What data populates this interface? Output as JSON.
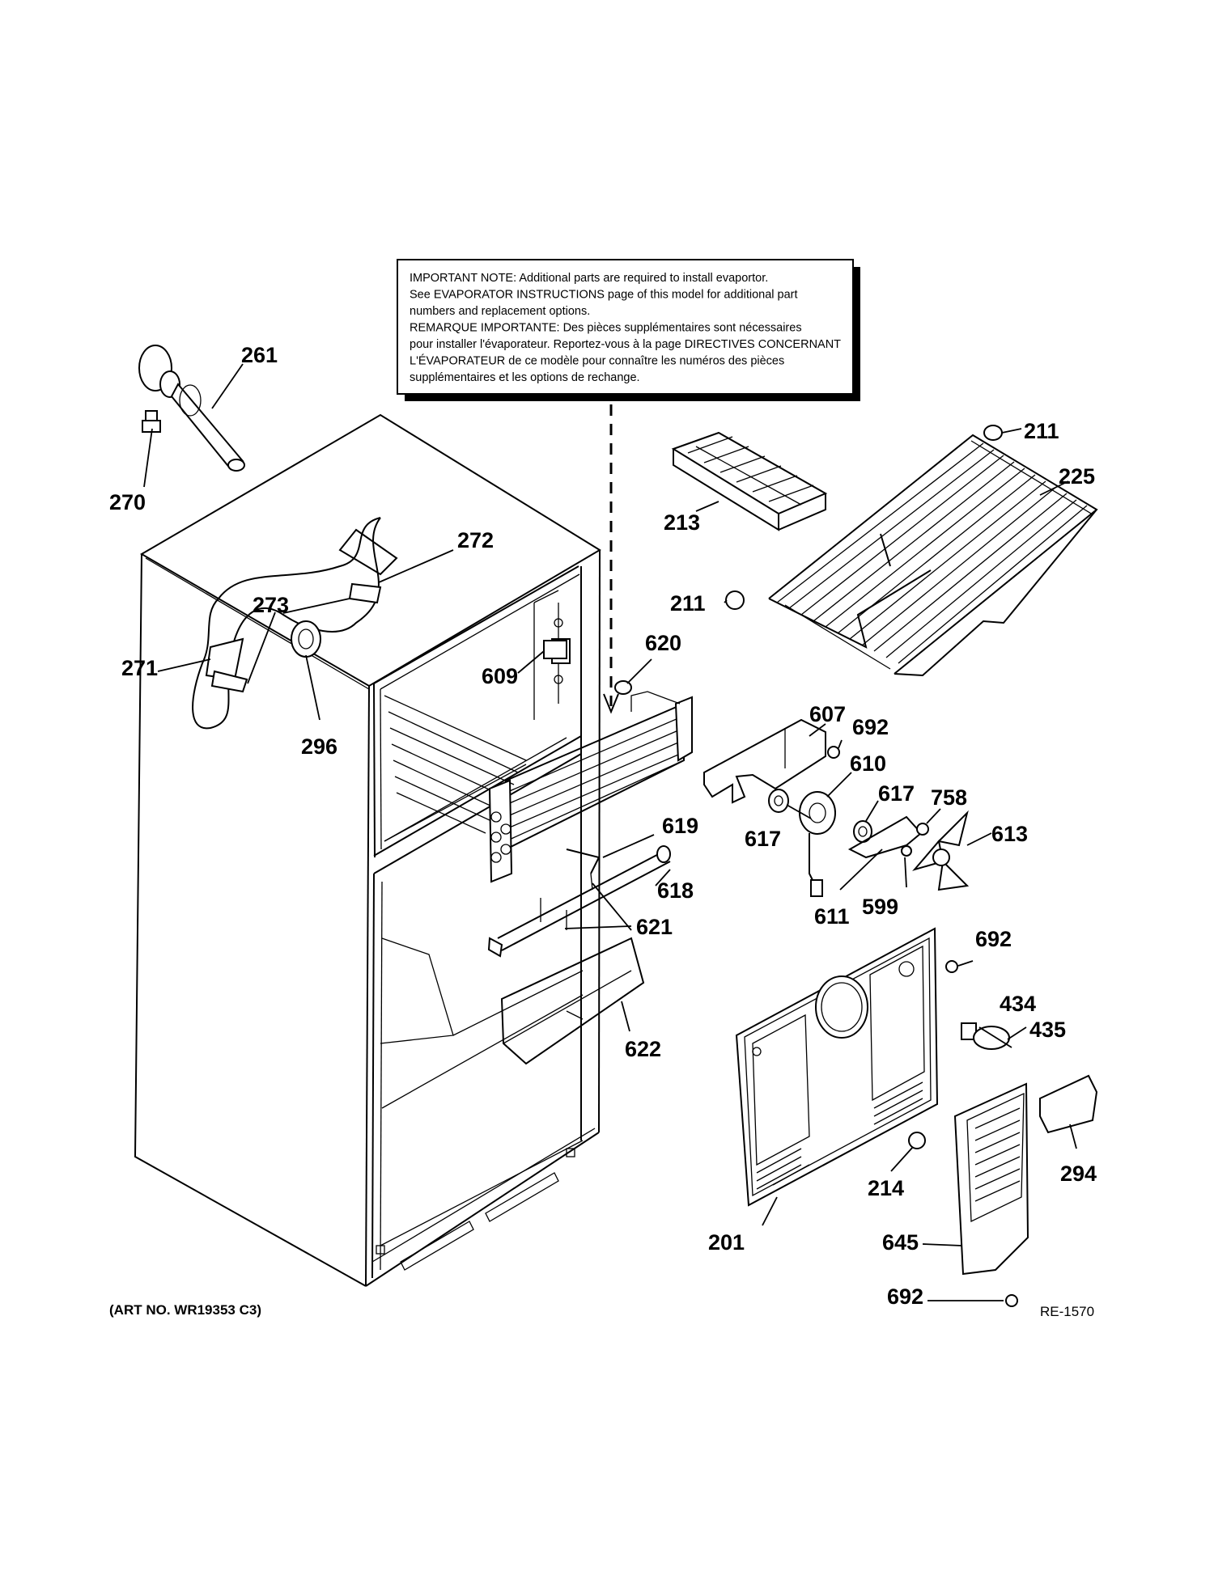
{
  "note": {
    "lines": [
      "IMPORTANT NOTE: Additional parts are required to install evaportor.",
      "See EVAPORATOR INSTRUCTIONS page of this model for additional part",
      "numbers and replacement options.",
      "REMARQUE IMPORTANTE: Des pièces supplémentaires sont nécessaires",
      "pour installer l'évaporateur. Reportez-vous à la page DIRECTIVES CONCERNANT",
      "L'ÉVAPORATEUR de ce modèle pour connaître les numéros des pièces",
      "supplémentaires et les options de rechange."
    ]
  },
  "callouts": [
    {
      "id": "c261a",
      "label": "261"
    },
    {
      "id": "c270",
      "label": "270"
    },
    {
      "id": "c272",
      "label": "272"
    },
    {
      "id": "c273",
      "label": "273"
    },
    {
      "id": "c271",
      "label": "271"
    },
    {
      "id": "c296",
      "label": "296"
    },
    {
      "id": "c609",
      "label": "609"
    },
    {
      "id": "c620",
      "label": "620"
    },
    {
      "id": "c211a",
      "label": "211"
    },
    {
      "id": "c225",
      "label": "225"
    },
    {
      "id": "c213",
      "label": "213"
    },
    {
      "id": "c211b",
      "label": "211"
    },
    {
      "id": "c607",
      "label": "607"
    },
    {
      "id": "c692a",
      "label": "692"
    },
    {
      "id": "c610",
      "label": "610"
    },
    {
      "id": "c617a",
      "label": "617"
    },
    {
      "id": "c758",
      "label": "758"
    },
    {
      "id": "c613",
      "label": "613"
    },
    {
      "id": "c617b",
      "label": "617"
    },
    {
      "id": "c619",
      "label": "619"
    },
    {
      "id": "c618",
      "label": "618"
    },
    {
      "id": "c621",
      "label": "621"
    },
    {
      "id": "c611",
      "label": "611"
    },
    {
      "id": "c599",
      "label": "599"
    },
    {
      "id": "c692b",
      "label": "692"
    },
    {
      "id": "c434",
      "label": "434"
    },
    {
      "id": "c435",
      "label": "435"
    },
    {
      "id": "c622",
      "label": "622"
    },
    {
      "id": "c214",
      "label": "214"
    },
    {
      "id": "c294",
      "label": "294"
    },
    {
      "id": "c201",
      "label": "201"
    },
    {
      "id": "c645",
      "label": "645"
    },
    {
      "id": "c692c",
      "label": "692"
    }
  ],
  "footer": {
    "art_number": "(ART NO. WR19353 C3)",
    "reference": "RE-1570"
  }
}
